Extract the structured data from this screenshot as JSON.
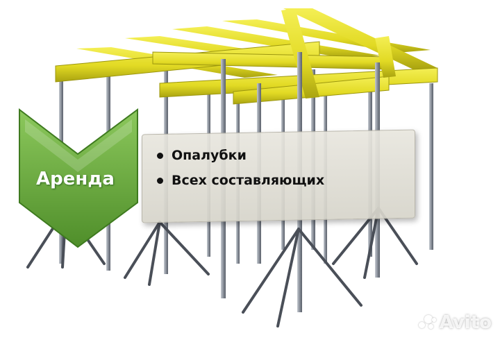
{
  "badge": {
    "label": "Аренда",
    "color": "#6fae45"
  },
  "info_box": {
    "bullets": [
      "Опалубки",
      "Всех составляющих"
    ]
  },
  "watermark": {
    "text": "Avito"
  },
  "colors": {
    "beam": "#e8e02a",
    "beam_dark": "#b3ad12",
    "prop": "#8a909a"
  }
}
